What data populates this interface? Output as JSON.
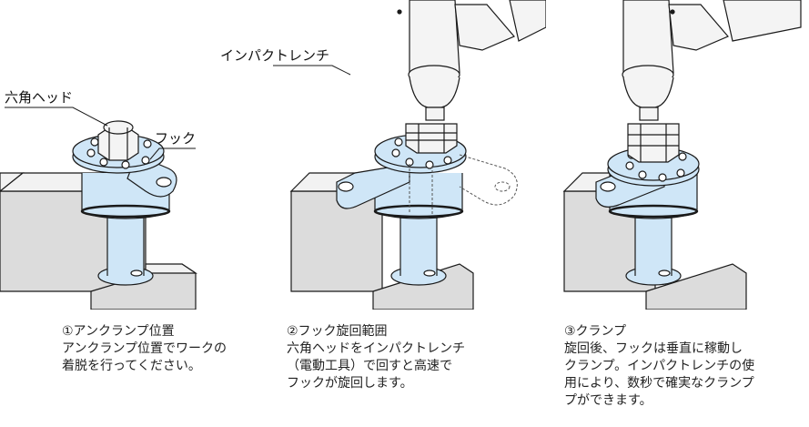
{
  "panels": [
    {
      "callouts": {
        "hex_head": "六角ヘッド",
        "hook": "フック"
      },
      "caption": {
        "title": "①アンクランプ位置",
        "lines": [
          "アンクランプ位置でワークの",
          "着脱を行ってください。"
        ]
      }
    },
    {
      "callouts": {
        "impact_wrench": "インパクトレンチ"
      },
      "caption": {
        "title": "②フック旋回範囲",
        "lines": [
          "六角ヘッドをインパクトレンチ",
          "（電動工具）で回すと高速で",
          "フックが旋回します。"
        ]
      }
    },
    {
      "caption": {
        "title": "③クランプ",
        "lines": [
          "旋回後、フックは垂直に稼動し",
          "クランプ。インパクトレンチの使",
          "用により、数秒で確実なクランプ",
          "プができます。"
        ]
      }
    }
  ],
  "colors": {
    "clamp_fill": "#cfe6f7",
    "block_front": "#dcdcdc",
    "block_top": "#f2f2f2",
    "outline": "#1a1a1a",
    "wrench_fill": "#f4f4f4"
  }
}
